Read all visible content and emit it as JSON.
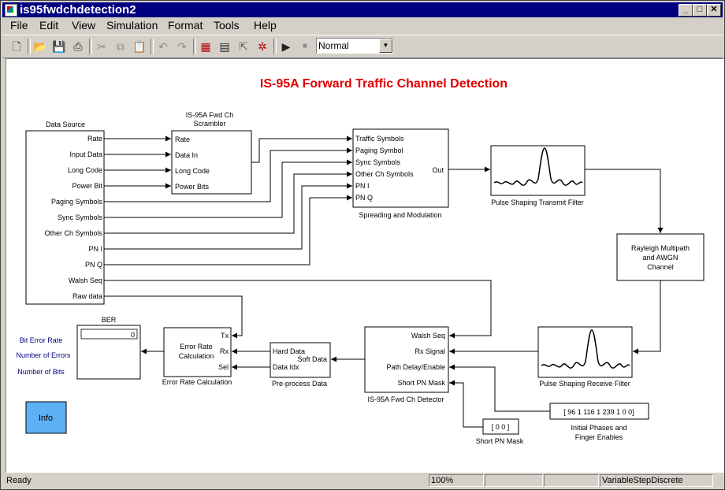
{
  "window": {
    "title": "is95fwdchdetection2"
  },
  "menu": [
    "File",
    "Edit",
    "View",
    "Simulation",
    "Format",
    "Tools",
    "Help"
  ],
  "toolbar": {
    "mode_value": "Normal"
  },
  "model": {
    "title": "IS-95A Forward Traffic Channel Detection",
    "data_source": {
      "label": "Data Source",
      "ports": [
        "Rate",
        "Input Data",
        "Long Code",
        "Power Bit",
        "Paging Symbols",
        "Sync Symbols",
        "Other Ch Symbols",
        "PN I",
        "PN Q",
        "Walsh Seq",
        "Raw data"
      ]
    },
    "scrambler": {
      "label_line1": "IS-95A  Fwd Ch",
      "label_line2": "Scrambler",
      "inputs": [
        "Rate",
        "Data In",
        "Long Code",
        "Power Bits"
      ]
    },
    "spreading": {
      "label": "Spreading and Modulation",
      "inputs": [
        "Traffic Symbols",
        "Paging Symbol",
        "Sync Symbols",
        "Other Ch Symbols",
        "PN I",
        "PN Q"
      ],
      "output": "Out"
    },
    "tx_filter": {
      "label": "Pulse Shaping Transmit Filter"
    },
    "channel": {
      "line1": "Rayleigh Multipath",
      "line2": "and  AWGN",
      "line3": "Channel"
    },
    "rx_filter": {
      "label": "Pulse Shaping Receive Filter"
    },
    "detector": {
      "label": "IS-95A  Fwd Ch Detector",
      "inputs": [
        "Walsh Seq",
        "Rx Signal",
        "Path Delay/Enable",
        "Short PN Mask"
      ]
    },
    "preprocess": {
      "label": "Pre-process Data",
      "out_hard": "Hard Data",
      "out_idx": "Data Idx",
      "in_soft": "Soft Data"
    },
    "error_rate": {
      "line1": "Error Rate",
      "line2": "Calculation",
      "label": "Error Rate Calculation",
      "ports": [
        "Tx",
        "Rx",
        "Sel"
      ]
    },
    "ber": {
      "label": "BER",
      "value": "0",
      "items": [
        "Bit Error Rate",
        "Number of Errors",
        "Number of Bits"
      ]
    },
    "info": {
      "label": "Info"
    },
    "short_pn": {
      "value": "[ 0  0 ]",
      "label": "Short PN Mask"
    },
    "phases": {
      "value": "[ 96 1 116 1 239 1 0 0]",
      "line1": "Initial Phases and",
      "line2": "Finger Enables"
    }
  },
  "status": {
    "ready": "Ready",
    "zoom": "100%",
    "solver": "VariableStepDiscrete"
  }
}
